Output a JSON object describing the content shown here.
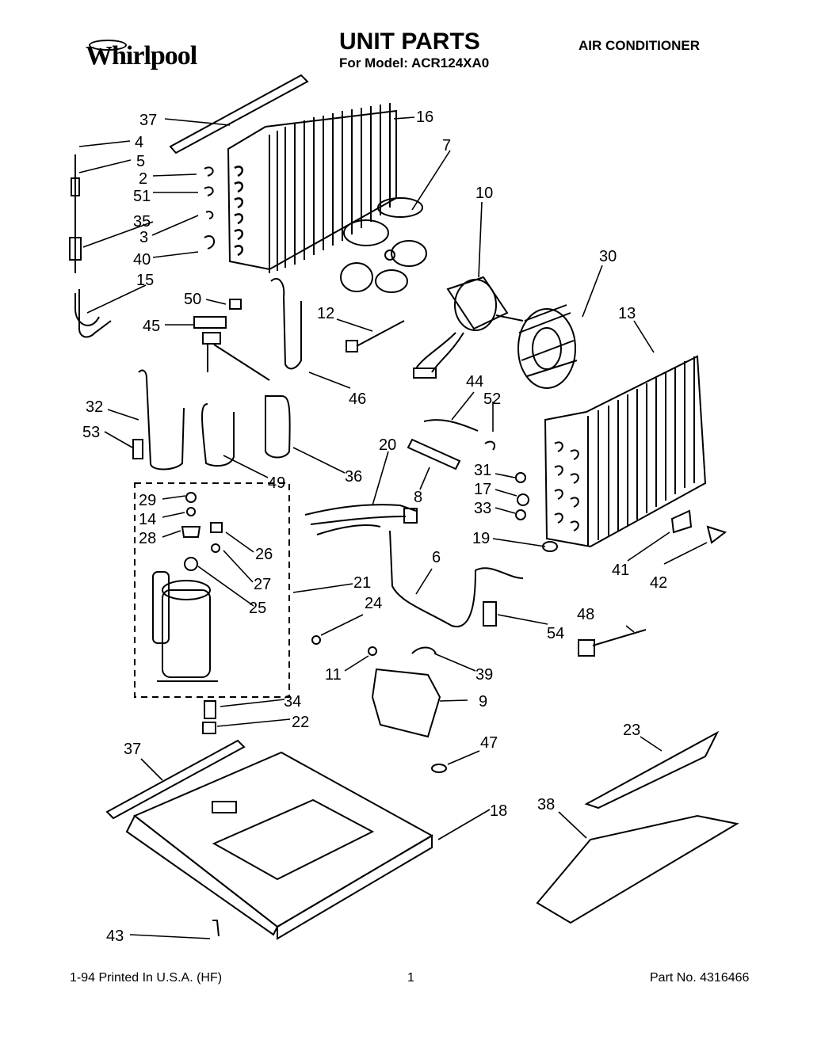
{
  "header": {
    "brand": "Whirlpool",
    "title": "UNIT PARTS",
    "model_line": "For Model: ACR124XA0",
    "category": "AIR CONDITIONER"
  },
  "callouts": [
    {
      "id": "37a",
      "label": "37"
    },
    {
      "id": "16",
      "label": "16"
    },
    {
      "id": "4",
      "label": "4"
    },
    {
      "id": "7",
      "label": "7"
    },
    {
      "id": "5",
      "label": "5"
    },
    {
      "id": "2",
      "label": "2"
    },
    {
      "id": "10",
      "label": "10"
    },
    {
      "id": "51",
      "label": "51"
    },
    {
      "id": "35",
      "label": "35"
    },
    {
      "id": "30",
      "label": "30"
    },
    {
      "id": "3",
      "label": "3"
    },
    {
      "id": "40",
      "label": "40"
    },
    {
      "id": "15",
      "label": "15"
    },
    {
      "id": "50",
      "label": "50"
    },
    {
      "id": "12",
      "label": "12"
    },
    {
      "id": "13",
      "label": "13"
    },
    {
      "id": "45",
      "label": "45"
    },
    {
      "id": "46",
      "label": "46"
    },
    {
      "id": "44",
      "label": "44"
    },
    {
      "id": "52",
      "label": "52"
    },
    {
      "id": "32",
      "label": "32"
    },
    {
      "id": "53",
      "label": "53"
    },
    {
      "id": "20",
      "label": "20"
    },
    {
      "id": "36",
      "label": "36"
    },
    {
      "id": "31",
      "label": "31"
    },
    {
      "id": "49",
      "label": "49"
    },
    {
      "id": "17",
      "label": "17"
    },
    {
      "id": "8",
      "label": "8"
    },
    {
      "id": "33",
      "label": "33"
    },
    {
      "id": "29",
      "label": "29"
    },
    {
      "id": "14",
      "label": "14"
    },
    {
      "id": "28",
      "label": "28"
    },
    {
      "id": "26",
      "label": "26"
    },
    {
      "id": "19",
      "label": "19"
    },
    {
      "id": "6",
      "label": "6"
    },
    {
      "id": "41",
      "label": "41"
    },
    {
      "id": "42",
      "label": "42"
    },
    {
      "id": "27",
      "label": "27"
    },
    {
      "id": "21",
      "label": "21"
    },
    {
      "id": "25",
      "label": "25"
    },
    {
      "id": "24",
      "label": "24"
    },
    {
      "id": "48",
      "label": "48"
    },
    {
      "id": "54",
      "label": "54"
    },
    {
      "id": "11",
      "label": "11"
    },
    {
      "id": "39",
      "label": "39"
    },
    {
      "id": "34",
      "label": "34"
    },
    {
      "id": "9",
      "label": "9"
    },
    {
      "id": "22",
      "label": "22"
    },
    {
      "id": "47",
      "label": "47"
    },
    {
      "id": "23",
      "label": "23"
    },
    {
      "id": "37b",
      "label": "37"
    },
    {
      "id": "18",
      "label": "18"
    },
    {
      "id": "38",
      "label": "38"
    },
    {
      "id": "43",
      "label": "43"
    }
  ],
  "footer": {
    "left": "1-94 Printed In U.S.A. (HF)",
    "page": "1",
    "part_no": "Part No. 4316466"
  }
}
